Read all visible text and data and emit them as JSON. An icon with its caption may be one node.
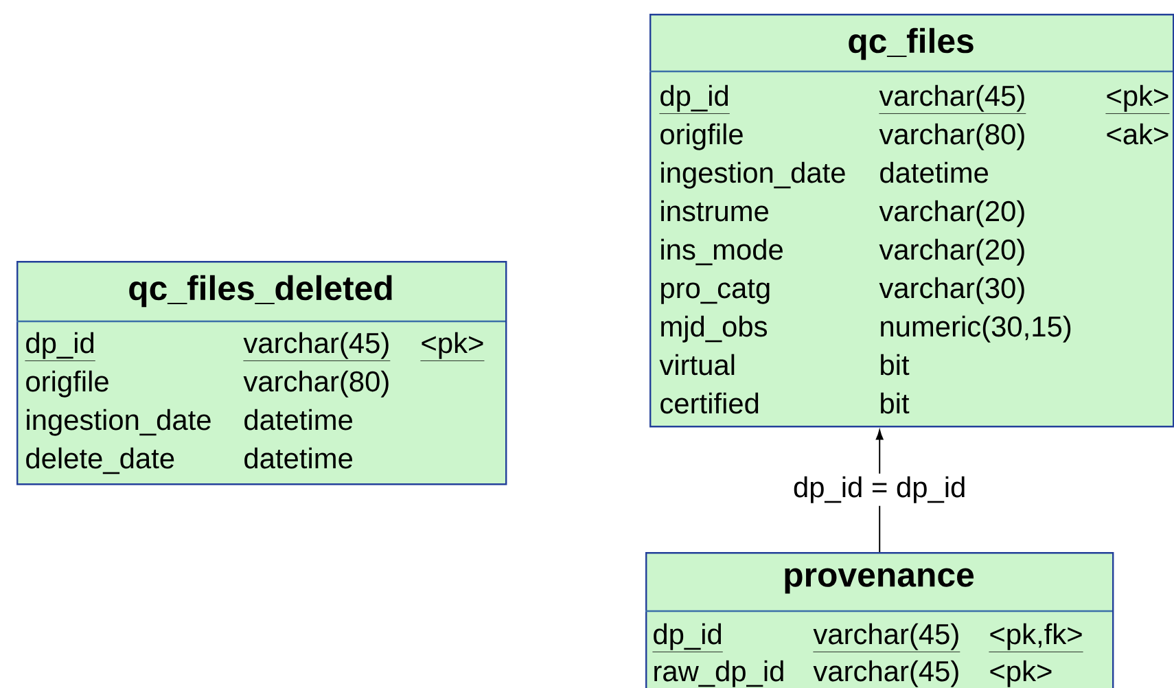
{
  "diagram": {
    "nodes": [
      {
        "text": [
          "qc_files",
          "dp_id",
          "varchar(45)",
          "<pk>",
          "origfile",
          "varchar(80)",
          "<ak>",
          "ingestion_date",
          "datetime",
          "instrume",
          "varchar(20)",
          "ins_mode",
          "varchar(20)",
          "pro_catg",
          "varchar(30)",
          "mjd_obs",
          "numeric(30,15)",
          "virtual",
          "bit",
          "certified",
          "bit"
        ]
      },
      {
        "text": [
          "qc_files_deleted",
          "dp_id",
          "varchar(45)",
          "<pk>",
          "origfile",
          "varchar(80)",
          "ingestion_date",
          "datetime",
          "delete_date",
          "datetime"
        ]
      },
      {
        "text": [
          "provenance",
          "dp_id",
          "varchar(45)",
          "<pk,fk>",
          "raw_dp_id",
          "varchar(45)",
          "<pk>"
        ]
      }
    ],
    "edges": [
      {
        "from": 2,
        "to": 0,
        "arrow": "to",
        "label": "dp_id = dp_id"
      }
    ]
  }
}
